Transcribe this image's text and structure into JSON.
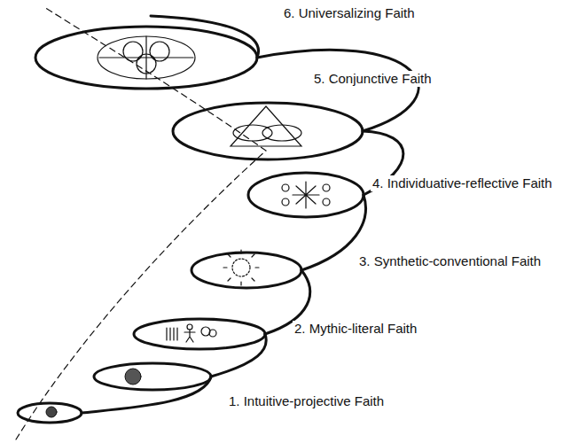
{
  "diagram": {
    "labels": [
      "6. Universalizing Faith",
      "5. Conjunctive Faith",
      "4. Individuative-reflective Faith",
      "3. Synthetic-conventional Faith",
      "2. Mythic-literal Faith",
      "1. Intuitive-projective Faith"
    ]
  }
}
